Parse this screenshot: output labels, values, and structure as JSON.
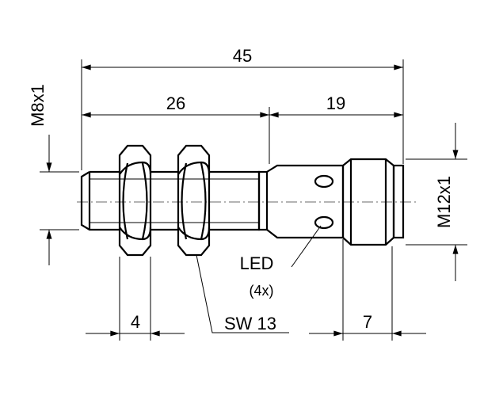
{
  "dimensions": {
    "overall_length": "45",
    "thread_length": "26",
    "body_length": "19",
    "nut_width": "4",
    "connector_length": "7"
  },
  "labels": {
    "thread": "M8x1",
    "connector_thread": "M12x1",
    "led": "LED",
    "led_count": "(4x)",
    "wrench_size": "SW 13"
  }
}
